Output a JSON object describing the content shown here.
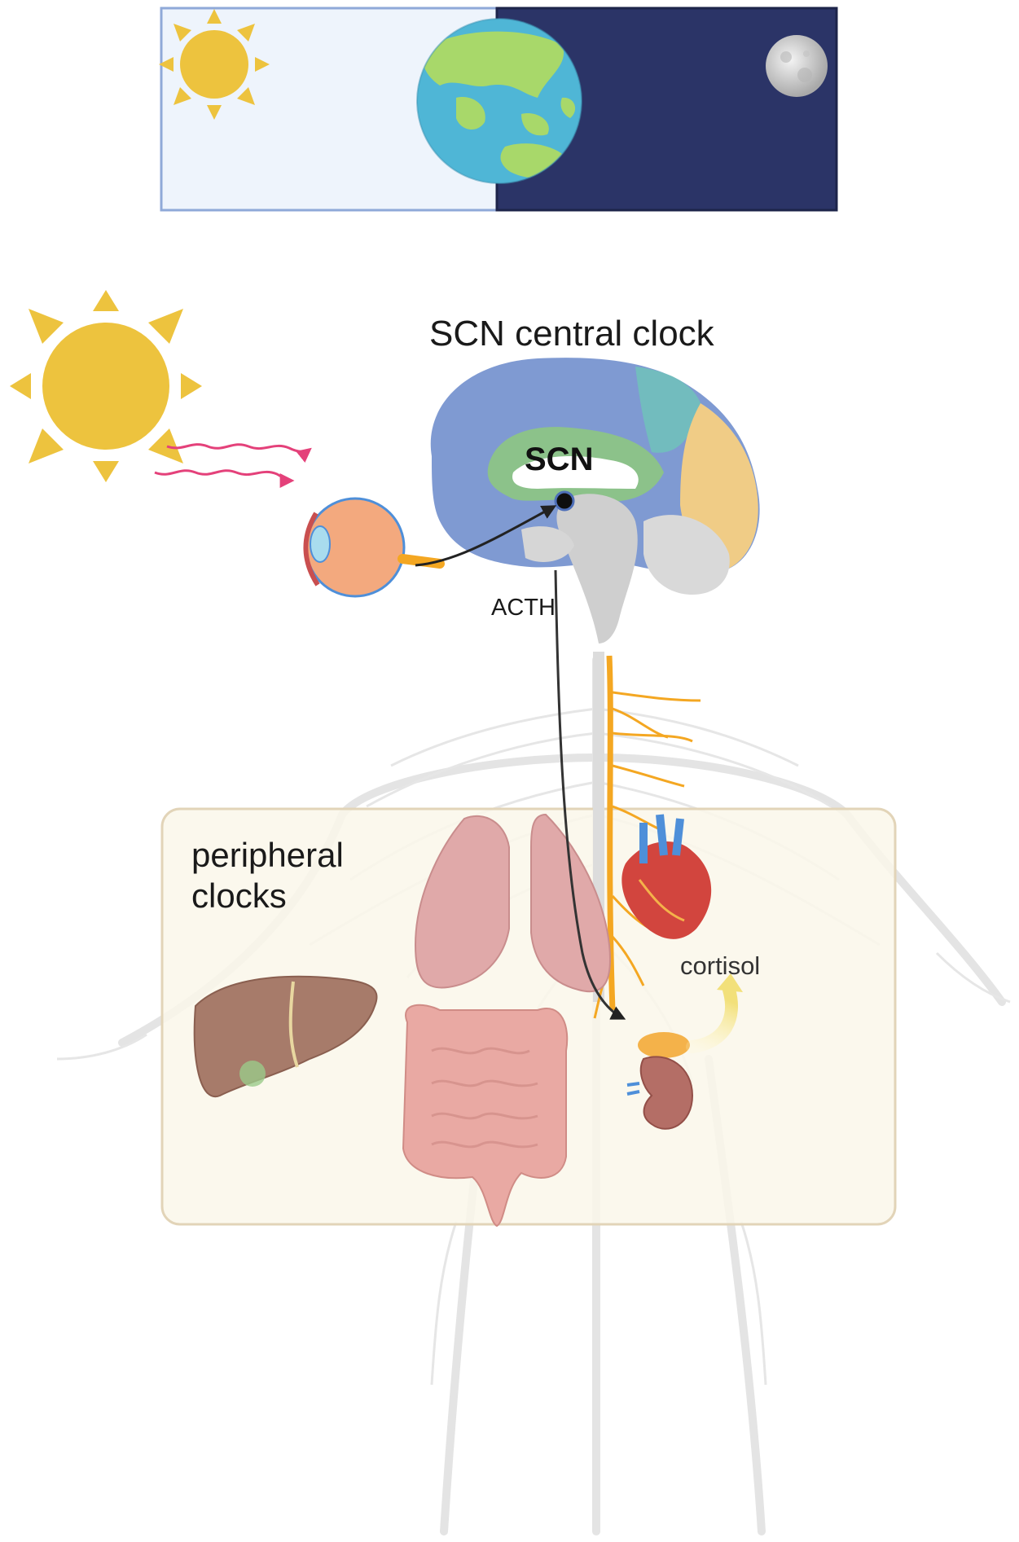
{
  "labels": {
    "central_clock": "SCN central clock",
    "scn": "SCN",
    "acth": "ACTH",
    "peripheral_line1": "peripheral",
    "peripheral_line2": "clocks",
    "cortisol": "cortisol"
  },
  "icons": {
    "sun": "sun-icon",
    "moon": "moon-icon",
    "earth": "earth-icon",
    "eye": "eye-icon",
    "brain": "brain-icon",
    "body": "human-body-outline",
    "lungs": "lungs-icon",
    "heart": "heart-icon",
    "liver": "liver-icon",
    "intestines": "intestines-icon",
    "kidney": "kidney-adrenal-icon"
  },
  "colors": {
    "day_sky": "#EEF4FC",
    "night_sky": "#2B3467",
    "sun": "#EDC33E",
    "ocean": "#4FB6D6",
    "land": "#A8D86A",
    "light_rays": "#E4417A",
    "brain_frontal": "#7F9AD2",
    "brain_limbic": "#8CC28A",
    "brain_parietal": "#72BCBE",
    "brain_occipital": "#F0CC86",
    "brainstem": "#CFCFCF",
    "peripheral_box": "#FAF7EA",
    "peripheral_border": "#E2D4B8",
    "nerves": "#F4A722",
    "liver": "#A77B6A",
    "lungs": "#E0A9A9",
    "intestines": "#E9A9A3",
    "heart": "#D2453E",
    "cortisol_arrow": "#F2E07A"
  }
}
